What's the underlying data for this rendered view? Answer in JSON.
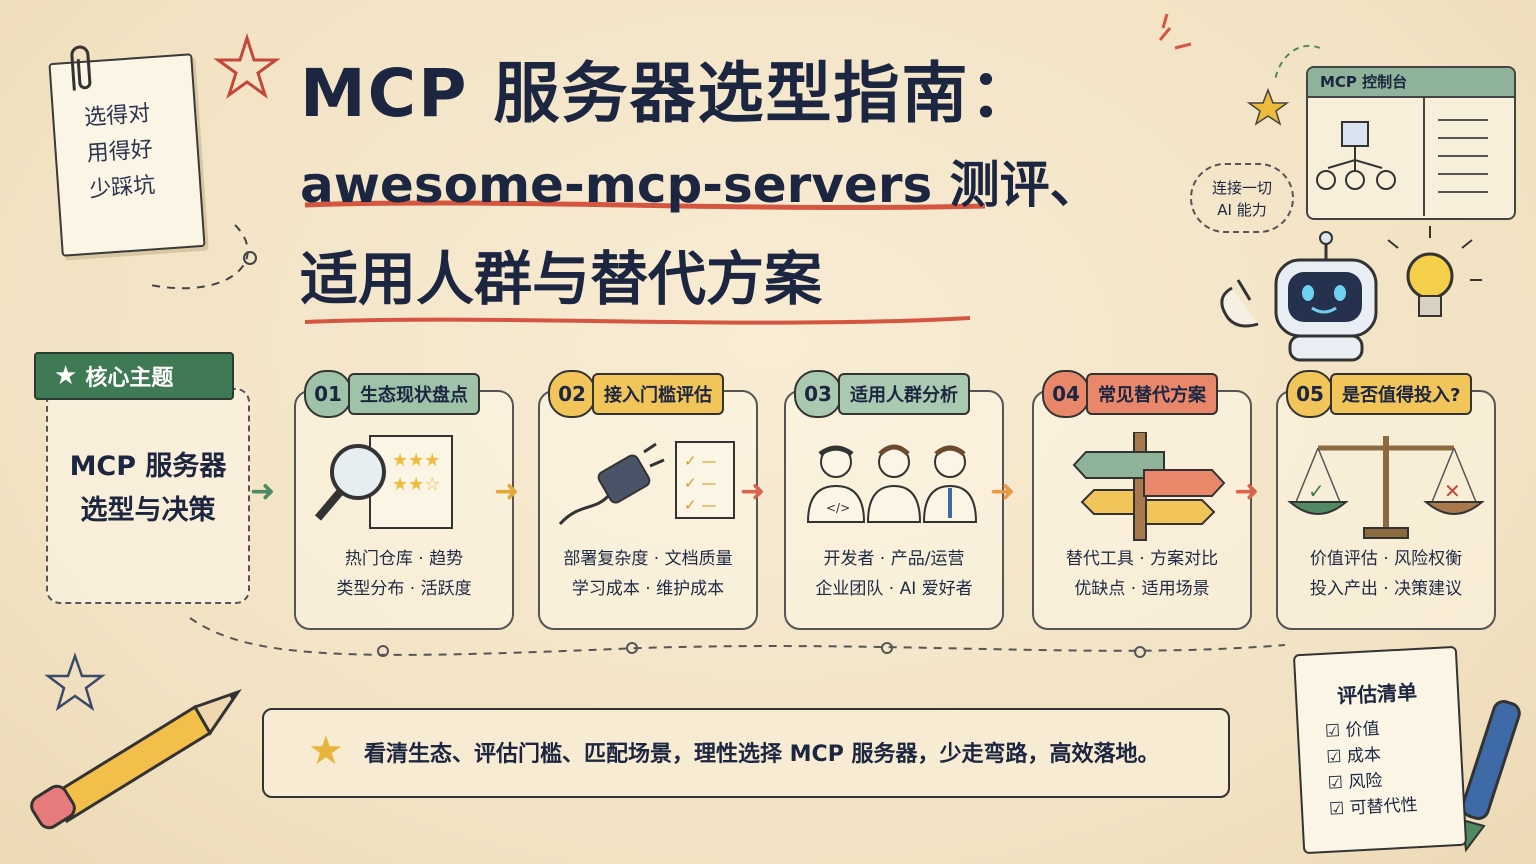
{
  "title": {
    "line1": "MCP 服务器选型指南：",
    "line2": "awesome-mcp-servers 测评、",
    "line3": "适用人群与替代方案"
  },
  "sticky_note": {
    "lines": [
      "选得对",
      "用得好",
      "少踩坑"
    ]
  },
  "console": {
    "title": "MCP 控制台"
  },
  "speech_bubble": {
    "lines": [
      "连接一切",
      "AI 能力"
    ]
  },
  "core_topic": {
    "ribbon": "核心主题",
    "lines": [
      "MCP 服务器",
      "选型与决策"
    ]
  },
  "steps": [
    {
      "num": "01",
      "label": "生态现状盘点",
      "desc": [
        "热门仓库 · 趋势",
        "类型分布 · 活跃度"
      ],
      "color": "#9fc3a8"
    },
    {
      "num": "02",
      "label": "接入门槛评估",
      "desc": [
        "部署复杂度 · 文档质量",
        "学习成本 · 维护成本"
      ],
      "color": "#f1c55a"
    },
    {
      "num": "03",
      "label": "适用人群分析",
      "desc": [
        "开发者 · 产品/运营",
        "企业团队 · AI 爱好者"
      ],
      "color": "#a9c9b0"
    },
    {
      "num": "04",
      "label": "常见替代方案",
      "desc": [
        "替代工具 · 方案对比",
        "优缺点 · 适用场景"
      ],
      "color": "#e9876a"
    },
    {
      "num": "05",
      "label": "是否值得投入?",
      "desc": [
        "价值评估 · 风险权衡",
        "投入产出 · 决策建议"
      ],
      "color": "#f1c55a"
    }
  ],
  "arrow_colors": [
    "#4f8a63",
    "#e2a93a",
    "#d8654b",
    "#e69a45",
    "#d8654b"
  ],
  "banner": {
    "text": "看清生态、评估门槛、匹配场景，理性选择 MCP 服务器，少走弯路，高效落地。"
  },
  "checklist": {
    "title": "评估清单",
    "items": [
      "价值",
      "成本",
      "风险",
      "可替代性"
    ]
  }
}
